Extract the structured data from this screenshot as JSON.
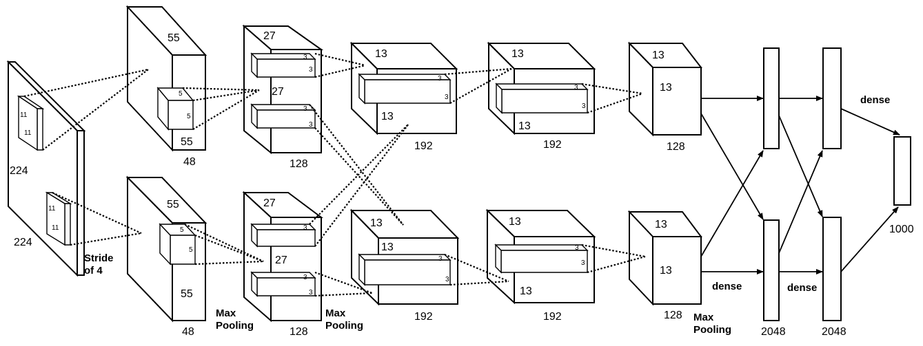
{
  "input": {
    "height": "224",
    "width": "224",
    "kernel": "11",
    "kernel_depth": "11",
    "stride": "Stride\nof 4"
  },
  "conv1": {
    "height": "55",
    "width": "55",
    "depth": "48",
    "kernel": "5",
    "kernel_depth": "5"
  },
  "conv2": {
    "height": "27",
    "width": "27",
    "depth": "128",
    "kernel": "3",
    "kernel_depth": "3",
    "pooling": "Max\nPooling"
  },
  "conv3": {
    "height": "13",
    "width": "13",
    "depth": "192",
    "kernel": "3",
    "kernel_depth": "3",
    "pooling": "Max\nPooling"
  },
  "conv4": {
    "height": "13",
    "width": "13",
    "depth": "192",
    "kernel": "3",
    "kernel_depth": "3"
  },
  "conv5": {
    "height": "13",
    "width": "13",
    "depth": "128",
    "pooling": "Max\nPooling"
  },
  "fc": {
    "dense": "dense",
    "fc6": "2048",
    "fc7": "2048",
    "output": "1000"
  }
}
